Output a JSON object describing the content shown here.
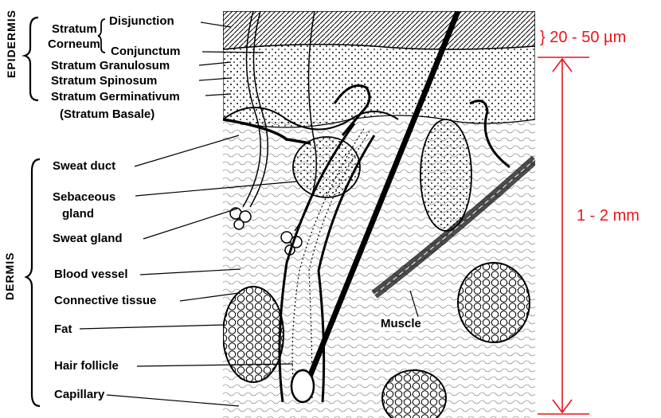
{
  "sections": {
    "epidermis": "EPIDERMIS",
    "dermis": "DERMIS"
  },
  "stratum_corneum": {
    "word1": "Stratum",
    "word2": "Corneum",
    "disjunction": "Disjunction",
    "conjunctum": "Conjunctum"
  },
  "epidermis_layers": {
    "granulosum": "Stratum  Granulosum",
    "spinosum": "Stratum  Spinosum",
    "germinativum": "Stratum  Germinativum",
    "basale": "(Stratum Basale)"
  },
  "dermis_labels": {
    "sweat_duct": "Sweat duct",
    "sebaceous_1": "Sebaceous",
    "sebaceous_2": "gland",
    "sweat_gland": "Sweat gland",
    "blood_vessel": "Blood vessel",
    "connective": "Connective tissue",
    "fat": "Fat",
    "hair_follicle": "Hair follicle",
    "capillary": "Capillary",
    "muscle": "Muscle"
  },
  "dimensions": {
    "corneum_thickness": "} 20 - 50 µm",
    "skin_thickness": "1 - 2 mm"
  },
  "colors": {
    "annotation_red": "#e8151b",
    "ink": "#000000"
  }
}
